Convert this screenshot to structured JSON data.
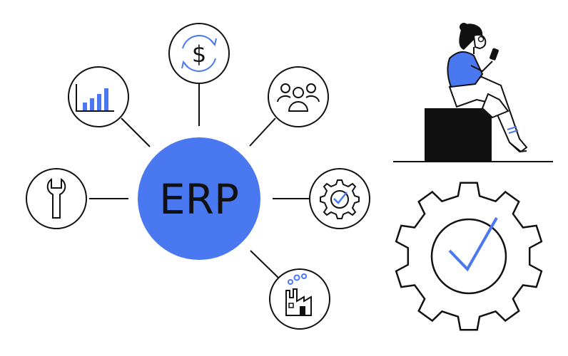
{
  "hub": {
    "label": "ERP"
  },
  "nodes": [
    {
      "id": "finance",
      "icon": "dollar-cycle-icon",
      "label": ""
    },
    {
      "id": "analytics",
      "icon": "bar-chart-icon",
      "label": ""
    },
    {
      "id": "people",
      "icon": "team-icon",
      "label": ""
    },
    {
      "id": "maintenance",
      "icon": "wrench-icon",
      "label": ""
    },
    {
      "id": "operations",
      "icon": "gear-check-icon",
      "label": ""
    },
    {
      "id": "manufacturing",
      "icon": "factory-icon",
      "label": ""
    }
  ],
  "illustrations": [
    {
      "id": "person",
      "icon": "person-with-phone-icon"
    },
    {
      "id": "big-gear",
      "icon": "gear-check-icon"
    }
  ],
  "colors": {
    "accent": "#4a78f0",
    "ink": "#111111",
    "background": "#ffffff"
  }
}
